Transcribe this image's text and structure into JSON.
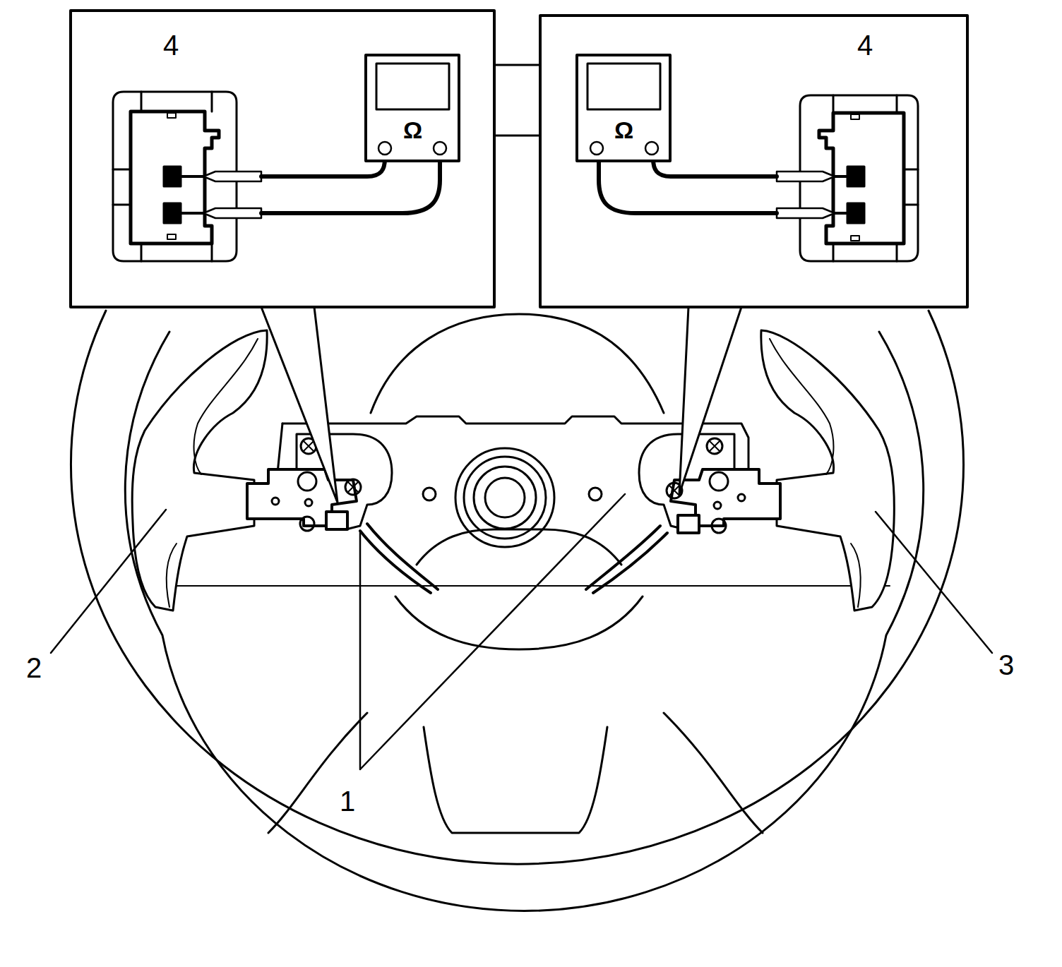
{
  "diagram": {
    "labels": [
      "4",
      "4",
      "Ω",
      "Ω",
      "2",
      "3",
      "1"
    ]
  }
}
